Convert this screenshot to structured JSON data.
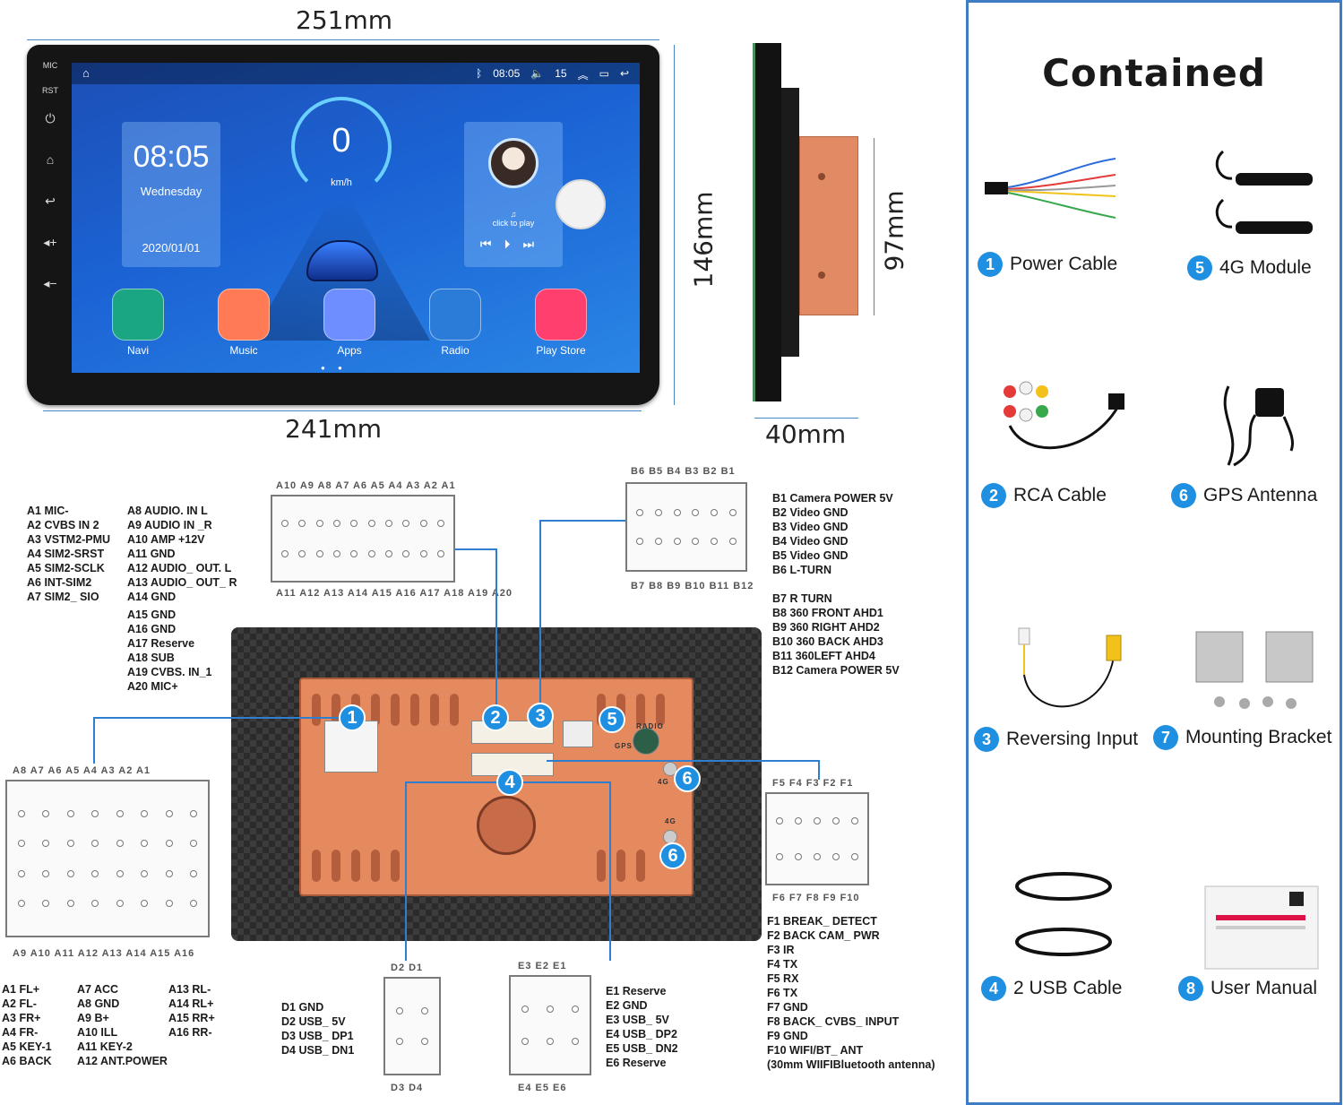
{
  "dimensions": {
    "front_width": "251mm",
    "front_screen_width": "241mm",
    "front_height": "146mm",
    "side_height": "97mm",
    "depth": "40mm"
  },
  "front_buttons": [
    "MIC",
    "RST",
    "power-icon",
    "home-icon",
    "back-icon",
    "vol-up-icon",
    "vol-down-icon"
  ],
  "screen": {
    "status_time": "08:05",
    "status_volume": "15",
    "clock_time": "08:05",
    "clock_day": "Wednesday",
    "clock_date": "2020/01/01",
    "speed_value": "0",
    "speed_unit": "km/h",
    "music_hint": "click to play",
    "apps": [
      {
        "label": "Navi",
        "color": "#1aa583"
      },
      {
        "label": "Music",
        "color": "#ff7a55"
      },
      {
        "label": "Apps",
        "color": "#6e8dff"
      },
      {
        "label": "Radio",
        "color": "#2b7cd8"
      },
      {
        "label": "Play Store",
        "color": "#ff3f6d"
      }
    ]
  },
  "contained": {
    "title": "Contained",
    "items": [
      {
        "num": "1",
        "label": "Power Cable",
        "icon": "power-cable-icon"
      },
      {
        "num": "5",
        "label": "4G Module",
        "icon": "4g-module-icon"
      },
      {
        "num": "2",
        "label": "RCA Cable",
        "icon": "rca-cable-icon"
      },
      {
        "num": "6",
        "label": "GPS Antenna",
        "icon": "gps-antenna-icon"
      },
      {
        "num": "3",
        "label": "Reversing Input",
        "icon": "reversing-input-icon"
      },
      {
        "num": "7",
        "label": "Mounting Bracket",
        "icon": "mounting-bracket-icon"
      },
      {
        "num": "4",
        "label": "2 USB Cable",
        "icon": "usb-cable-icon"
      },
      {
        "num": "8",
        "label": "User Manual",
        "icon": "user-manual-icon"
      }
    ]
  },
  "pins": {
    "a_block_1": "A1 MIC-\nA2 CVBS IN 2\nA3 VSTM2-PMU\nA4 SIM2-SRST\nA5 SIM2-SCLK\nA6 INT-SIM2\nA7 SIM2_ SIO",
    "a_block_2": "A8 AUDIO. IN L\nA9 AUDIO IN _R\nA10 AMP +12V\nA11 GND\nA12 AUDIO_ OUT. L\nA13 AUDIO_ OUT_ R\nA14 GND",
    "a_block_3": "A15 GND\nA16 GND\nA17 Reserve\nA18 SUB\nA19 CVBS. IN_1\nA20 MIC+",
    "b_block_1": "B1 Camera POWER 5V\nB2 Video GND\nB3 Video GND\nB4 Video GND\nB5 Video GND\nB6 L-TURN",
    "b_block_2": "B7 R TURN\nB8 360 FRONT AHD1\nB9 360 RIGHT AHD2\nB10 360 BACK AHD3\nB11 360LEFT AHD4\nB12 Camera POWER 5V",
    "power_1": "A1 FL+\nA2 FL-\nA3 FR+\nA4 FR-\nA5 KEY-1\nA6 BACK",
    "power_2": "A7 ACC\nA8 GND\nA9 B+\nA10 ILL\nA11 KEY-2\nA12 ANT.POWER",
    "power_3": "A13 RL-\nA14 RL+\nA15 RR+\nA16 RR-",
    "d_block": "D1 GND\nD2 USB_ 5V\nD3 USB_ DP1\nD4 USB_ DN1",
    "e_block": "E1 Reserve\nE2 GND\nE3 USB_ 5V\nE4 USB_ DP2\nE5 USB_ DN2\nE6 Reserve",
    "f_block": "F1 BREAK_ DETECT\nF2 BACK CAM_ PWR\nF3 IR\nF4 TX\nF5 RX\nF6 TX\nF7 GND\nF8 BACK_ CVBS_ INPUT\nF9 GND\nF10 WIFI/BT_ ANT\n(30mm WIIFIBluetooth antenna)"
  },
  "connector_labels": {
    "a_top": "A10 A9 A8 A7 A6 A5 A4 A3 A2 A1",
    "a_bottom": "A11 A12 A13 A14 A15 A16 A17 A18 A19 A20",
    "b_top": "B6 B5 B4 B3 B2 B1",
    "b_bottom": "B7 B8 B9 B10 B11 B12",
    "p_top": "A8 A7 A6 A5 A4 A3 A2 A1",
    "p_bottom": "A9 A10 A11 A12 A13 A14 A15 A16",
    "d_top": "D2 D1",
    "d_bottom": "D3 D4",
    "e_top": "E3 E2 E1",
    "e_bottom": "E4 E5 E6",
    "f_top": "F5 F4 F3 F2 F1",
    "f_bottom": "F6 F7 F8 F9 F10"
  },
  "callouts": [
    "1",
    "2",
    "3",
    "4",
    "5",
    "6",
    "6"
  ],
  "back_labels": {
    "radio": "RADIO",
    "gps": "GPS",
    "g4_a": "4G",
    "g4_b": "4G"
  },
  "colors": {
    "accent": "#1e8fe1",
    "wire": "#2f7fd1",
    "frame": "#3e7dc4",
    "chassis": "#e5895f"
  }
}
